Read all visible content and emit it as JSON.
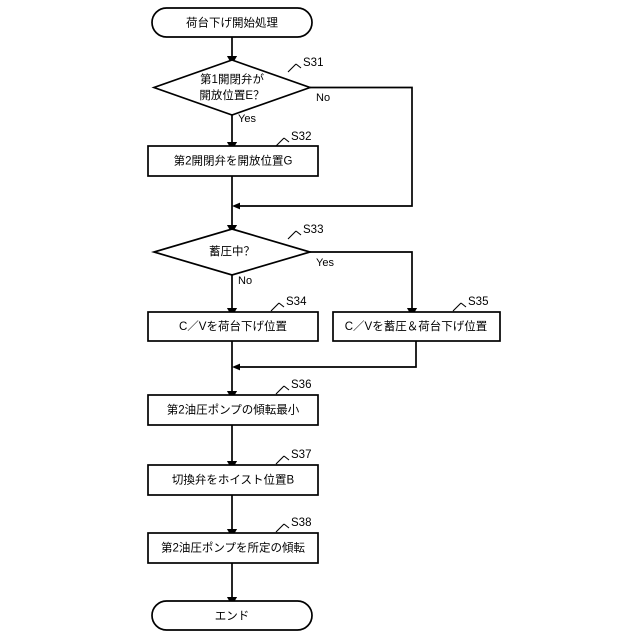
{
  "diagram": {
    "type": "flowchart",
    "title_text": "",
    "language": "ja",
    "colors": {
      "background": "#ffffff",
      "stroke": "#000000",
      "text": "#000000",
      "fill": "#ffffff"
    },
    "start": {
      "id": "start",
      "shape": "terminator",
      "label": "荷台下げ開始処理"
    },
    "end": {
      "id": "end",
      "shape": "terminator",
      "label": "エンド"
    },
    "decisions": [
      {
        "id": "S31",
        "shape": "diamond",
        "step": "S31",
        "line1": "第1開閉弁が",
        "line2": "開放位置E？",
        "yes_label": "Yes",
        "no_label": "No"
      },
      {
        "id": "S33",
        "shape": "diamond",
        "step": "S33",
        "line1": "蓄圧中？",
        "line2": "",
        "yes_label": "Yes",
        "no_label": "No"
      }
    ],
    "processes": [
      {
        "id": "S32",
        "shape": "rect",
        "step": "S32",
        "label": "第2開閉弁を開放位置G"
      },
      {
        "id": "S34",
        "shape": "rect",
        "step": "S34",
        "label": "C／Vを荷台下げ位置"
      },
      {
        "id": "S35",
        "shape": "rect",
        "step": "S35",
        "label": "C／Vを蓄圧＆荷台下げ位置"
      },
      {
        "id": "S36",
        "shape": "rect",
        "step": "S36",
        "label": "第2油圧ポンプの傾転最小"
      },
      {
        "id": "S37",
        "shape": "rect",
        "step": "S37",
        "label": "切換弁をホイスト位置B"
      },
      {
        "id": "S38",
        "shape": "rect",
        "step": "S38",
        "label": "第2油圧ポンプを所定の傾転"
      }
    ]
  }
}
